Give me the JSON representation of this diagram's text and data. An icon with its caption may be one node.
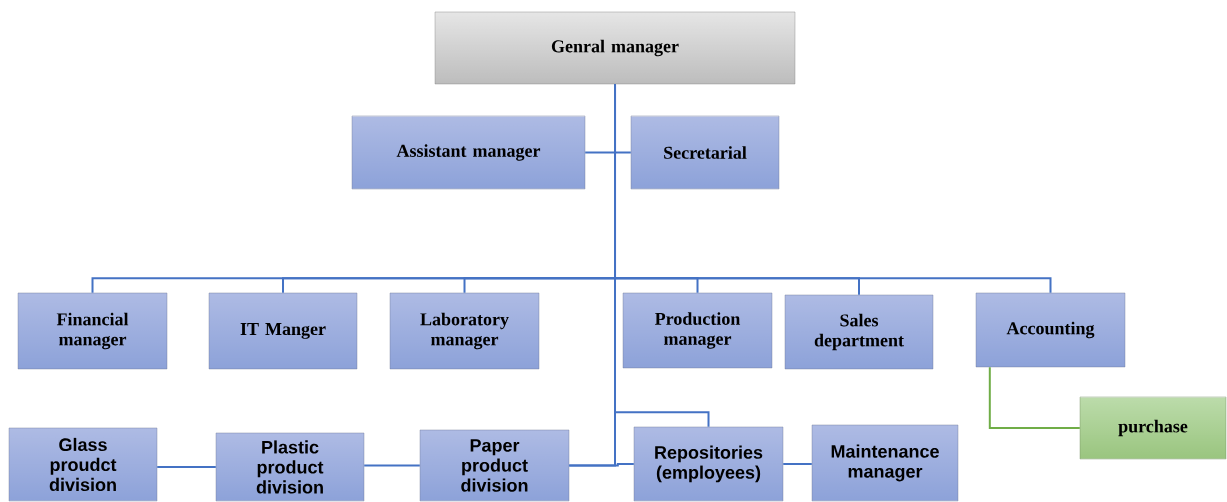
{
  "diagram": {
    "nodes": [
      {
        "text": [
          "Genral manager"
        ]
      },
      {
        "text": [
          "Assistant manager"
        ]
      },
      {
        "text": [
          "Secretarial"
        ]
      },
      {
        "text": [
          "Financial manager"
        ]
      },
      {
        "text": [
          "IT Manger"
        ]
      },
      {
        "text": [
          "Laboratory manager"
        ]
      },
      {
        "text": [
          "Production manager"
        ]
      },
      {
        "text": [
          "Sales department"
        ]
      },
      {
        "text": [
          "Accounting"
        ]
      },
      {
        "text": [
          "purchase"
        ]
      },
      {
        "text": [
          "Glass proudct division"
        ]
      },
      {
        "text": [
          "Plastic product division"
        ]
      },
      {
        "text": [
          "Paper product division"
        ]
      },
      {
        "text": [
          "Repositories (employees)"
        ]
      },
      {
        "text": [
          "Maintenance manager"
        ]
      }
    ],
    "edges": [
      {
        "from": 0,
        "to": 1,
        "arrow": "none"
      },
      {
        "from": 0,
        "to": 2,
        "arrow": "none"
      },
      {
        "from": 0,
        "to": 3,
        "arrow": "none"
      },
      {
        "from": 0,
        "to": 4,
        "arrow": "none"
      },
      {
        "from": 0,
        "to": 5,
        "arrow": "none"
      },
      {
        "from": 0,
        "to": 6,
        "arrow": "none"
      },
      {
        "from": 0,
        "to": 7,
        "arrow": "none"
      },
      {
        "from": 0,
        "to": 8,
        "arrow": "none"
      },
      {
        "from": 8,
        "to": 9,
        "arrow": "none",
        "color": "#70ad47"
      },
      {
        "from": 0,
        "to": 12,
        "arrow": "none"
      },
      {
        "from": 0,
        "to": 13,
        "arrow": "none"
      },
      {
        "from": 13,
        "to": 12,
        "arrow": "none"
      },
      {
        "from": 12,
        "to": 11,
        "arrow": "none"
      },
      {
        "from": 11,
        "to": 10,
        "arrow": "none"
      },
      {
        "from": 13,
        "to": 14,
        "arrow": "none"
      }
    ]
  }
}
